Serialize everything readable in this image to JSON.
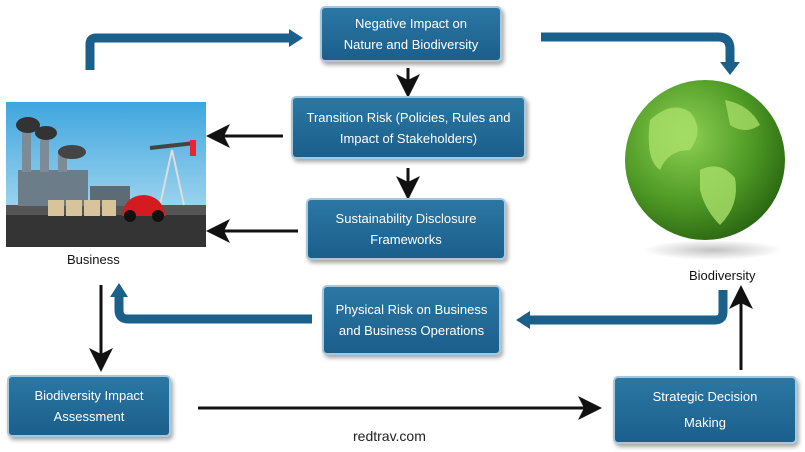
{
  "nodes": {
    "negative_impact": "Negative Impact on Nature and Biodiversity",
    "negative_impact_lines": [
      "Negative Impact on",
      "Nature and Biodiversity"
    ],
    "transition_risk": "Transition Risk (Policies, Rules and Impact of Stakeholders)",
    "transition_risk_lines": [
      "Transition Risk (Policies, Rules and",
      "Impact of Stakeholders)"
    ],
    "sustainability": "Sustainability Disclosure Frameworks",
    "sustainability_lines": [
      "Sustainability Disclosure",
      "Frameworks"
    ],
    "physical_risk": "Physical Risk on Business and Business Operations",
    "physical_risk_lines": [
      "Physical Risk on Business",
      "and Business Operations"
    ],
    "bia": "Biodiversity Impact Assessment",
    "bia_lines": [
      "Biodiversity Impact",
      "Assessment"
    ],
    "sdm": "Strategic Decision Making",
    "sdm_lines": [
      "Strategic Decision",
      "Making"
    ]
  },
  "labels": {
    "business": "Business",
    "biodiversity": "Biodiversity"
  },
  "source": "redtrav.com",
  "images": {
    "business": "factory-illustration",
    "biodiversity": "green-globe"
  },
  "colors": {
    "box": "#1f6693",
    "flow_arrow": "#1b5f8b",
    "black_arrow": "#111111"
  }
}
